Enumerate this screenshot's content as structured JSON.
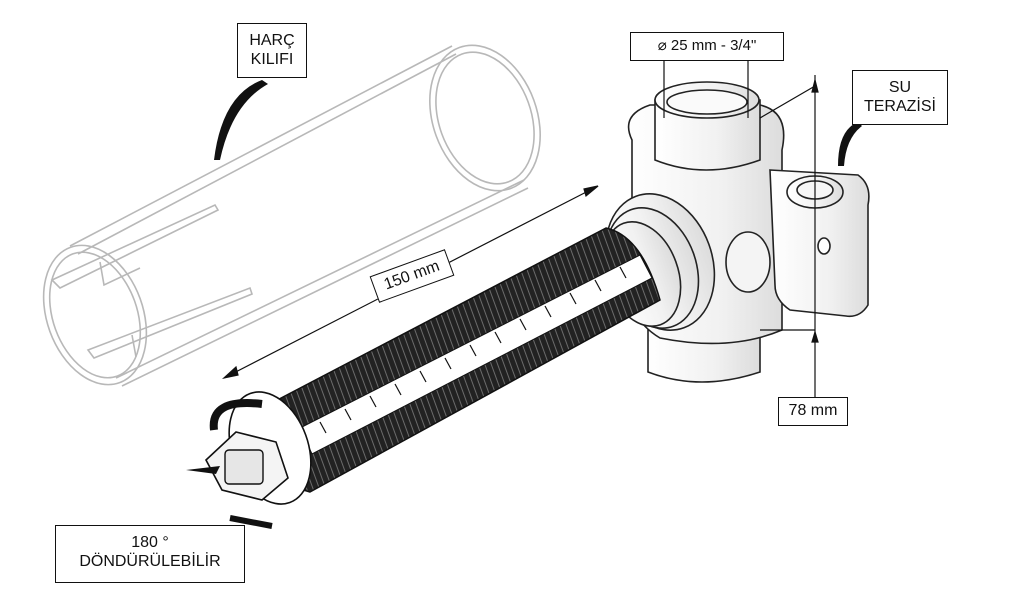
{
  "labels": {
    "mortar_sleeve": [
      "HARÇ",
      "KILIFI"
    ],
    "diameter": "⌀ 25 mm - 3/4\"",
    "spirit_level": [
      "SU",
      "TERAZİSİ"
    ],
    "length": "150 mm",
    "depth": "78 mm",
    "rotation": [
      "180 °",
      "DÖNDÜRÜLEBİLİR"
    ]
  },
  "colors": {
    "line": "#222222",
    "sleeve_line": "#b9b9b9",
    "thread": "#1a1a1a",
    "scale": "#ffffff",
    "body_shade": "#eeeeee"
  }
}
